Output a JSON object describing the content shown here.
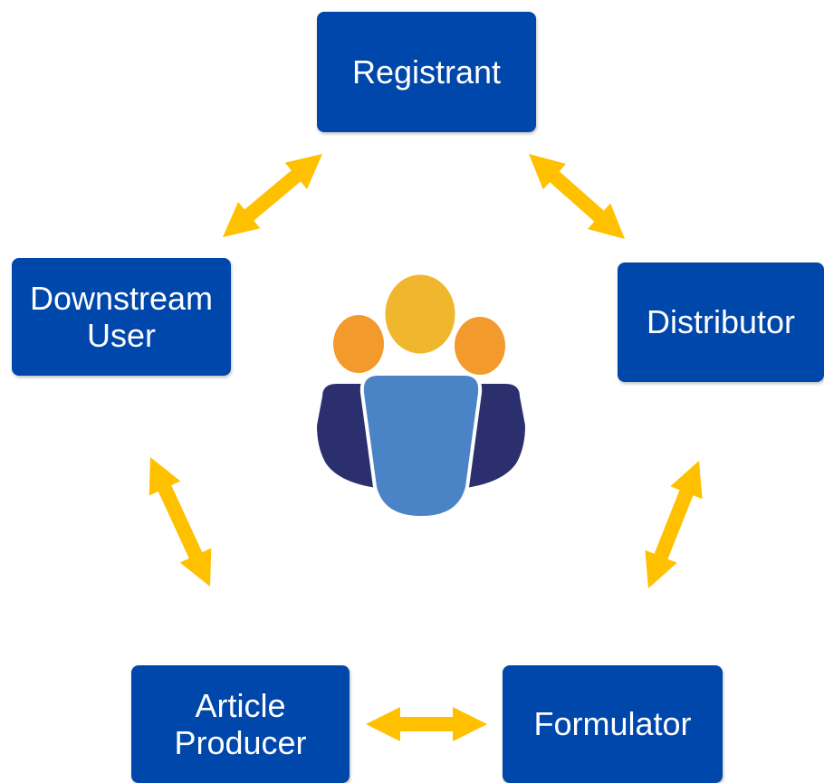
{
  "nodes": {
    "registrant": "Registrant",
    "downstream_user": [
      "Downstream",
      "User"
    ],
    "distributor": "Distributor",
    "article_producer": [
      "Article",
      "Producer"
    ],
    "formulator": "Formulator"
  },
  "colors": {
    "node_fill": "#0047AB",
    "node_text": "#FFFFFF",
    "arrow": "#FFC000",
    "head_center": "#F0B62E",
    "head_side": "#F39A2C",
    "body_center": "#4A84C6",
    "body_side": "#2B2F6E"
  },
  "icons": {
    "center": "people-group-icon",
    "arrows": "double-headed-arrow-icon"
  }
}
